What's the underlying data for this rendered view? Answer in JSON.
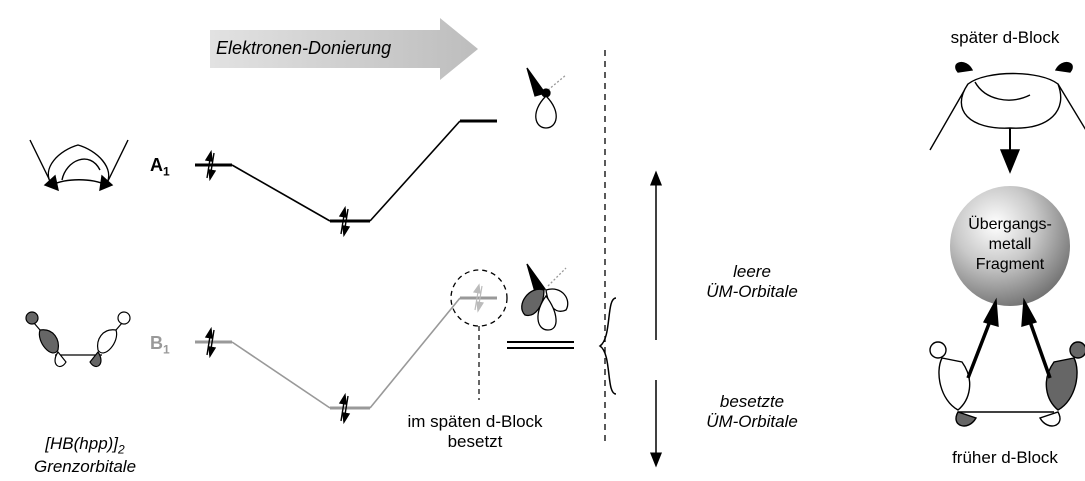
{
  "arrow_label": "Elektronen-Donierung",
  "orbitals": {
    "a1": {
      "label": "A",
      "sub": "1"
    },
    "b1": {
      "label": "B",
      "sub": "1",
      "color": "#999999"
    }
  },
  "left_caption": {
    "line1": "[HB(hpp)]",
    "line1_sub": "2",
    "line2": "Grenzorbitale"
  },
  "occupied_note": {
    "line1": "im späten d-Block",
    "line2": "besetzt"
  },
  "empty_orbitals": {
    "line1": "leere",
    "line2": "ÜM-Orbitale"
  },
  "occupied_orbitals": {
    "line1": "besetzte",
    "line2": "ÜM-Orbitale"
  },
  "right_panel": {
    "top_label": "später d-Block",
    "center_line1": "Übergangs-",
    "center_line2": "metall",
    "center_line3": "Fragment",
    "bottom_label": "früher d-Block"
  },
  "colors": {
    "gray": "#999999",
    "dark_lobe": "#666666",
    "arrow_fill": "#c8c8c8"
  }
}
